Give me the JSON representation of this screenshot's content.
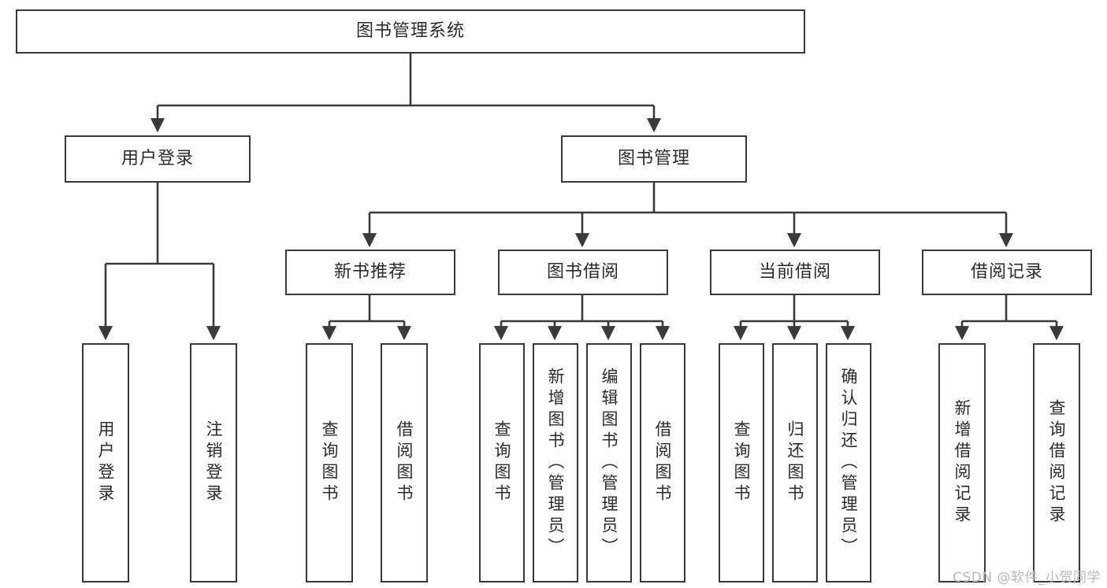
{
  "diagram": {
    "title": "图书管理系统",
    "type": "tree-hierarchy",
    "orientation": "top-down",
    "colors": {
      "background": "#ffffff",
      "node_border": "#3a3a3a",
      "node_fill": "#ffffff",
      "text": "#2b2b2b",
      "edge": "#3a3a3a",
      "watermark": "#b9b9b9"
    }
  },
  "root": {
    "label": "图书管理系统"
  },
  "level1": [
    {
      "label": "用户登录"
    },
    {
      "label": "图书管理"
    }
  ],
  "level2": [
    {
      "label": "新书推荐"
    },
    {
      "label": "图书借阅"
    },
    {
      "label": "当前借阅"
    },
    {
      "label": "借阅记录"
    }
  ],
  "leaves": {
    "user_login": [
      {
        "label": "用户登录"
      },
      {
        "label": "注销登录"
      }
    ],
    "new_book_recommend": [
      {
        "label": "查询图书"
      },
      {
        "label": "借阅图书"
      }
    ],
    "book_borrow": [
      {
        "label": "查询图书"
      },
      {
        "label": "新增图书（管理员）"
      },
      {
        "label": "编辑图书（管理员）"
      },
      {
        "label": "借阅图书"
      }
    ],
    "current_borrow": [
      {
        "label": "查询图书"
      },
      {
        "label": "归还图书"
      },
      {
        "label": "确认归还（管理员）"
      }
    ],
    "borrow_record": [
      {
        "label": "新增借阅记录"
      },
      {
        "label": "查询借阅记录"
      }
    ]
  },
  "watermark": {
    "text": "CSDN @软件_小贺同学"
  }
}
